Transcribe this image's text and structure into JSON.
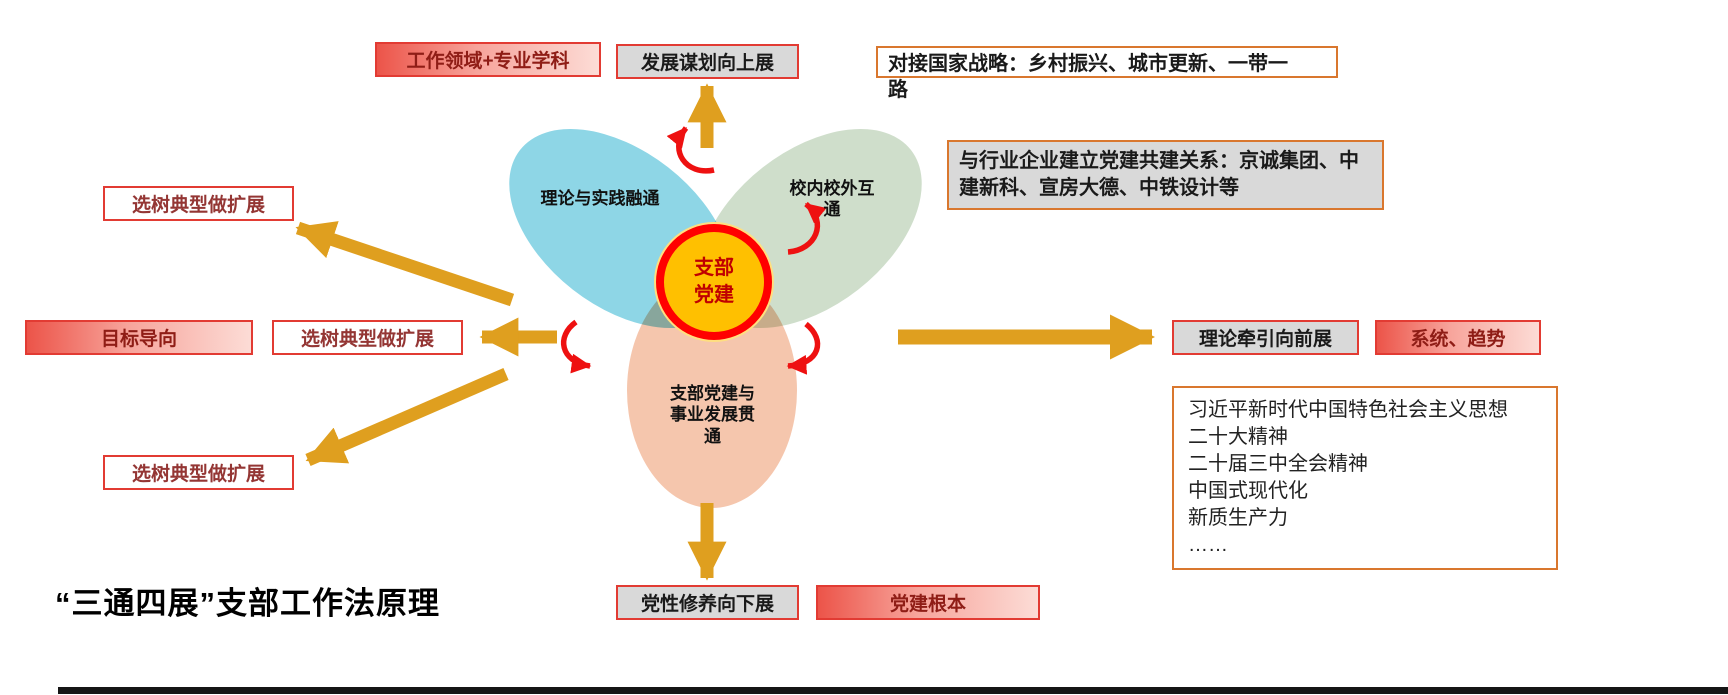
{
  "page": {
    "title": "“三通四展”支部工作法原理"
  },
  "center": {
    "label": "支部\n党建"
  },
  "petals": {
    "theory_practice": "理论与实践融通",
    "school_inout": "校内校外互\n通",
    "branch_dev": "支部党建与\n事业发展贯\n通"
  },
  "direction_boxes": {
    "up": "发展谋划向上展",
    "down": "党性修养向下展",
    "forward": "理论牵引向前展"
  },
  "expand_boxes": [
    "选树典型做扩展",
    "选树典型做扩展",
    "选树典型做扩展"
  ],
  "tags": {
    "work_field": "工作领域+专业学科",
    "goal": "目标导向",
    "system_trend": "系统、趋势",
    "party_root": "党建根本"
  },
  "annotations": {
    "national_strategy": "对接国家战略：乡村振兴、城市更新、一带一路",
    "enterprise_partners": "与行业企业建立党建共建关系：京诚集团、中建新科、宣房大德、中铁设计等",
    "theory_lines": [
      "习近平新时代中国特色社会主义思想",
      "二十大精神",
      "二十届三中全会精神",
      "中国式现代化",
      "新质生产力",
      "……"
    ]
  },
  "colors": {
    "petal_cyan": "#8ed6e6",
    "petal_green": "#cfdecb",
    "petal_pink": "#f5c6ad",
    "center_fill": "#ffc000",
    "center_border": "#ff0000",
    "arrow_gold": "#df9f1f",
    "arrow_red": "#ee1111",
    "tag_gradient_red": "#ec5449",
    "border_red": "#e23b33",
    "border_orange": "#d9772e",
    "box_gray": "#d9d9d9"
  }
}
